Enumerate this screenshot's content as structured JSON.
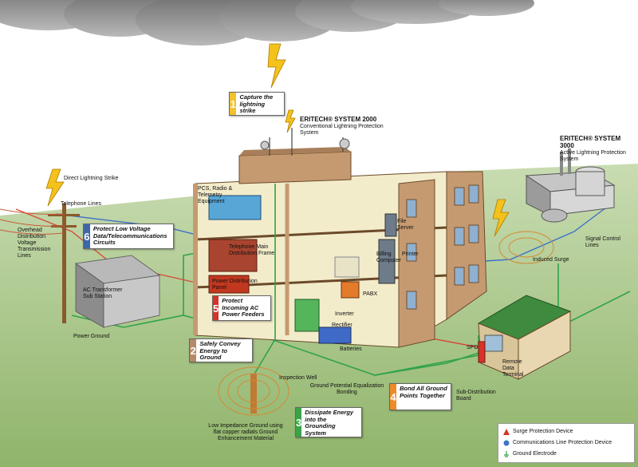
{
  "labels": {
    "direct_strike": "Direct Lightning Strike",
    "telephone_lines": "Telephone Lines",
    "overhead": "Overhead Distribution Voltage Transmission Lines",
    "ac_transformer": "AC Transformer Sub Station",
    "power_ground": "Power Ground",
    "pcs_radio": "PCS, Radio & Telemetry Equipment",
    "telephone_main": "Telephone Main Distribution Frame",
    "power_panel": "Power Distribution Panel",
    "file_server": "File Server",
    "billing_computer": "Billing Computer",
    "printer": "Printer",
    "pabx": "PABX",
    "inverter": "Inverter",
    "rectifier": "Rectifier",
    "batteries": "Batteries",
    "inspection_well": "Inspection Well",
    "ground_potential": "Ground Potential Equalization Bonding",
    "low_impedance": "Low Impedance Ground using flat copper radials Ground Enhancement Material",
    "sub_distribution": "Sub-Distribution Board",
    "spd": "SPD",
    "remote_terminal": "Remote Data Terminal",
    "signal_control": "Signal Control Lines",
    "induced_surge": "Induced Surge"
  },
  "systems": {
    "s2000_title": "ERITECH® SYSTEM 2000",
    "s2000_sub": "Conventional Lightning Protection System",
    "s3000_title": "ERITECH® SYSTEM 3000",
    "s3000_sub": "Active Lightning Protection System"
  },
  "steps": [
    {
      "num": "1",
      "text": "Capture the lightning strike",
      "color": "#f2c12e"
    },
    {
      "num": "2",
      "text": "Safely Convey Energy to Ground",
      "color": "#b58a6a"
    },
    {
      "num": "3",
      "text": "Dissipate Energy into the Grounding System",
      "color": "#3aa34a"
    },
    {
      "num": "4",
      "text": "Bond All Ground Points Together",
      "color": "#ef8a2a"
    },
    {
      "num": "5",
      "text": "Protect Incoming AC Power Feeders",
      "color": "#d8322a"
    },
    {
      "num": "6",
      "text": "Protect Low Voltage Data/Telecommunications Circuits",
      "color": "#3f67a8"
    }
  ],
  "legend": {
    "surge": "Surge Protection Device",
    "comms": "Communications Line Protection Device",
    "electrode": "Ground Electrode"
  },
  "colors": {
    "sky": "#ffffff",
    "grass": "#9ebf7c",
    "building_wall": "#c9a27a",
    "building_floor": "#f2e9b8",
    "ground_wire": "#31a24a",
    "signal_wire": "#3e73c4",
    "power_wire": "#d84a3a",
    "lightning": "#f3c21b"
  }
}
